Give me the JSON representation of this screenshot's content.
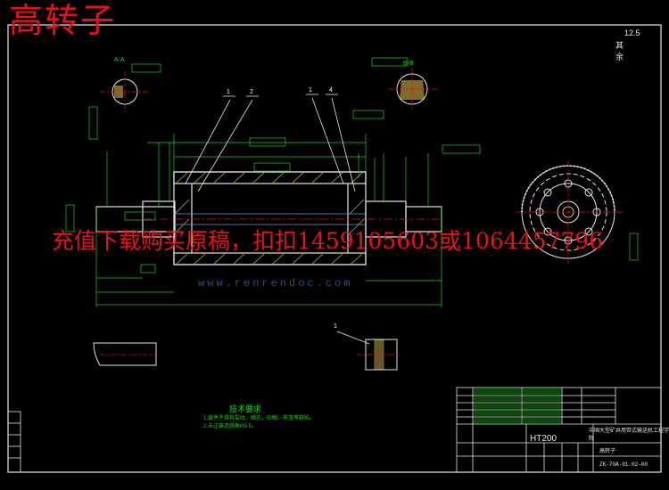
{
  "watermark": {
    "title": "高转子",
    "promo": "充值下载购买原稿，扣扣1459105603或1064457796",
    "site": "www.renrendoc.com"
  },
  "roughness": {
    "value": "12.5",
    "word": "其余"
  },
  "tech": {
    "title": "技术要求",
    "notes": [
      "1.铸件不得有裂纹、缩孔、砂眼、夹渣等缺陷。",
      "2.未注铸造圆角R3-5。"
    ]
  },
  "title_block": {
    "material": "HT200",
    "company": "中国大型矿井用带式输送机工程学院",
    "part_name": "高转子",
    "drawing_no": "ZK-70A-01.02-00"
  },
  "leaders": [
    "1",
    "2",
    "1",
    "4",
    "1"
  ],
  "section_labels": [
    "A-A",
    "B-B"
  ],
  "colors": {
    "background": "#000000",
    "outline": "#e6e6e6",
    "dimension": "#20d020",
    "center": "#e8121a",
    "hatch": "#e6c24a",
    "watermark": "#e8121a"
  }
}
